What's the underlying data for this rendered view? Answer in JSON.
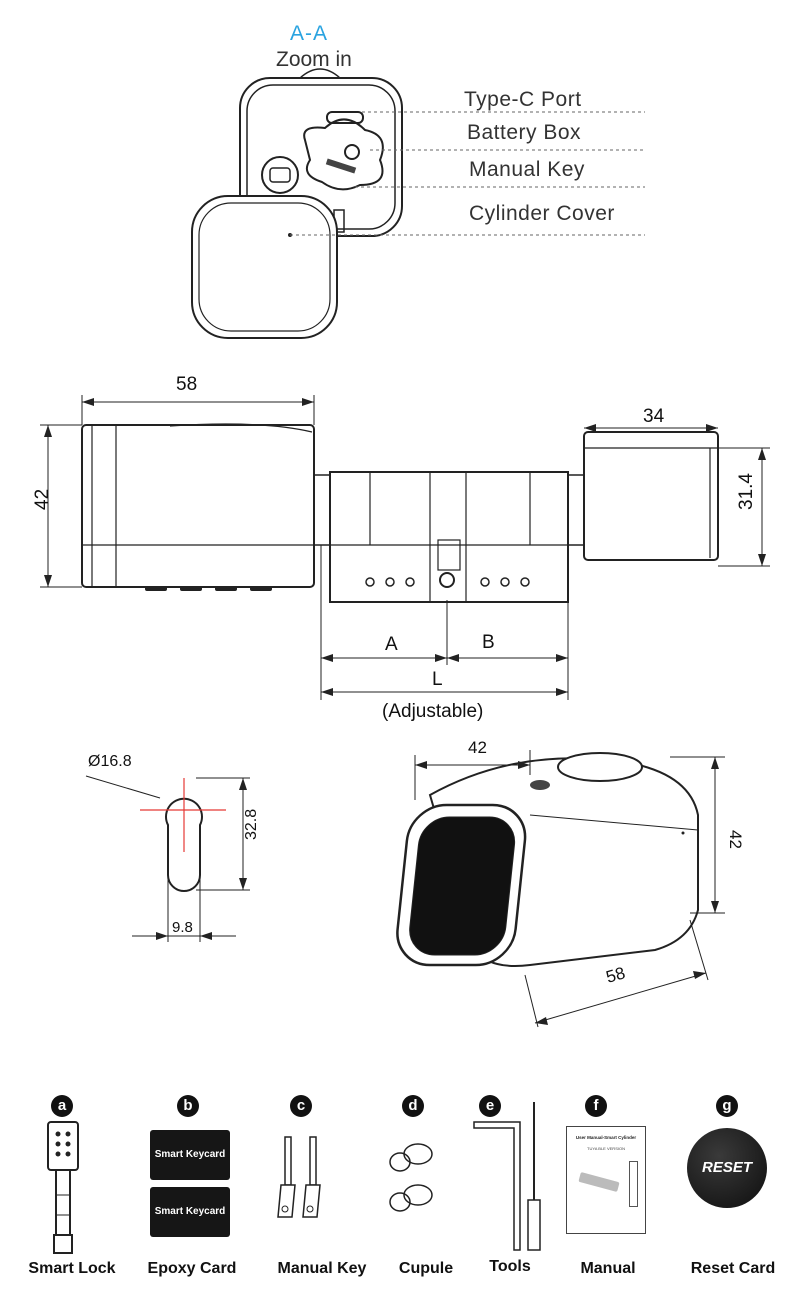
{
  "zoom_view": {
    "section": "A-A",
    "title": "Zoom in",
    "callouts": [
      "Type-C Port",
      "Battery Box",
      "Manual Key",
      "Cylinder Cover"
    ]
  },
  "side_view": {
    "dim_knob_length": "58",
    "dim_knob_height": "42",
    "dim_thumb_length": "34",
    "dim_thumb_height": "31.4",
    "dim_a": "A",
    "dim_b": "B",
    "dim_l": "L",
    "dim_l_note": "(Adjustable)"
  },
  "profile_view": {
    "dim_diameter": "Ø16.8",
    "dim_height": "32.8",
    "dim_width": "9.8"
  },
  "iso_view": {
    "dim_width": "42",
    "dim_height": "42",
    "dim_length": "58"
  },
  "accessories": [
    {
      "badge": "a",
      "label": "Smart Lock",
      "icon": "smart-lock-icon"
    },
    {
      "badge": "b",
      "label": "Epoxy Card",
      "icon": "keycard-icon",
      "card_text": "Smart Keycard"
    },
    {
      "badge": "c",
      "label": "Manual Key",
      "icon": "key-icon"
    },
    {
      "badge": "d",
      "label": "Cupule",
      "icon": "cupule-icon"
    },
    {
      "badge": "e",
      "label": "Tools",
      "icon": "tools-icon"
    },
    {
      "badge": "f",
      "label": "Manual",
      "icon": "manual-icon",
      "manual_title": "User Manual-Smart Cylinder",
      "manual_subtitle": "TUYA BLE VERSION"
    },
    {
      "badge": "g",
      "label": "Reset Card",
      "icon": "reset-card-icon",
      "card_text": "RESET"
    }
  ],
  "colors": {
    "accent": "#29a3e0",
    "line": "#222222",
    "dim_marker": "#e53935"
  }
}
